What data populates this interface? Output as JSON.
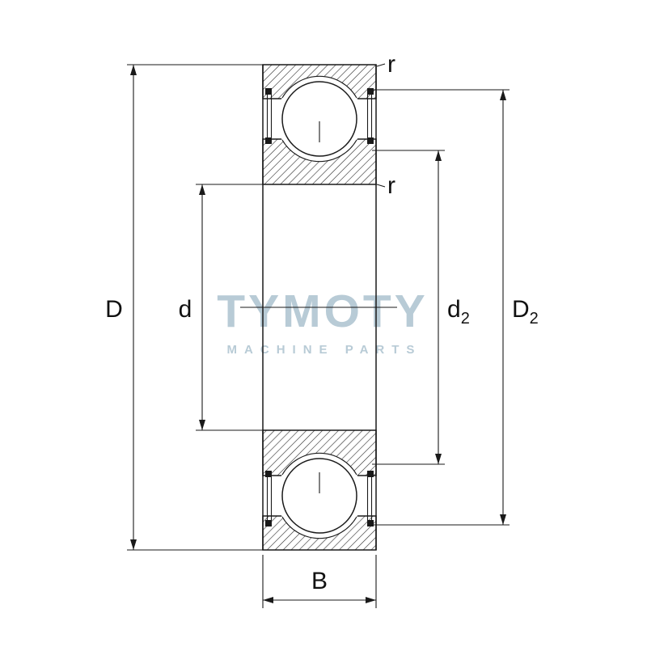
{
  "watermark": {
    "title": "TYMOTY",
    "subtitle": "MACHINE PARTS",
    "color": "#b8cbd6"
  },
  "dimensions": {
    "outer_diameter": "D",
    "bore_diameter": "d",
    "recess_inner_base": "d",
    "recess_inner_sub": "2",
    "recess_outer_base": "D",
    "recess_outer_sub": "2",
    "width": "B",
    "chamfer_outer": "r",
    "chamfer_inner": "r"
  },
  "colors": {
    "line": "#1a1a1a",
    "hatch": "#2b2b2b",
    "background": "#ffffff"
  }
}
